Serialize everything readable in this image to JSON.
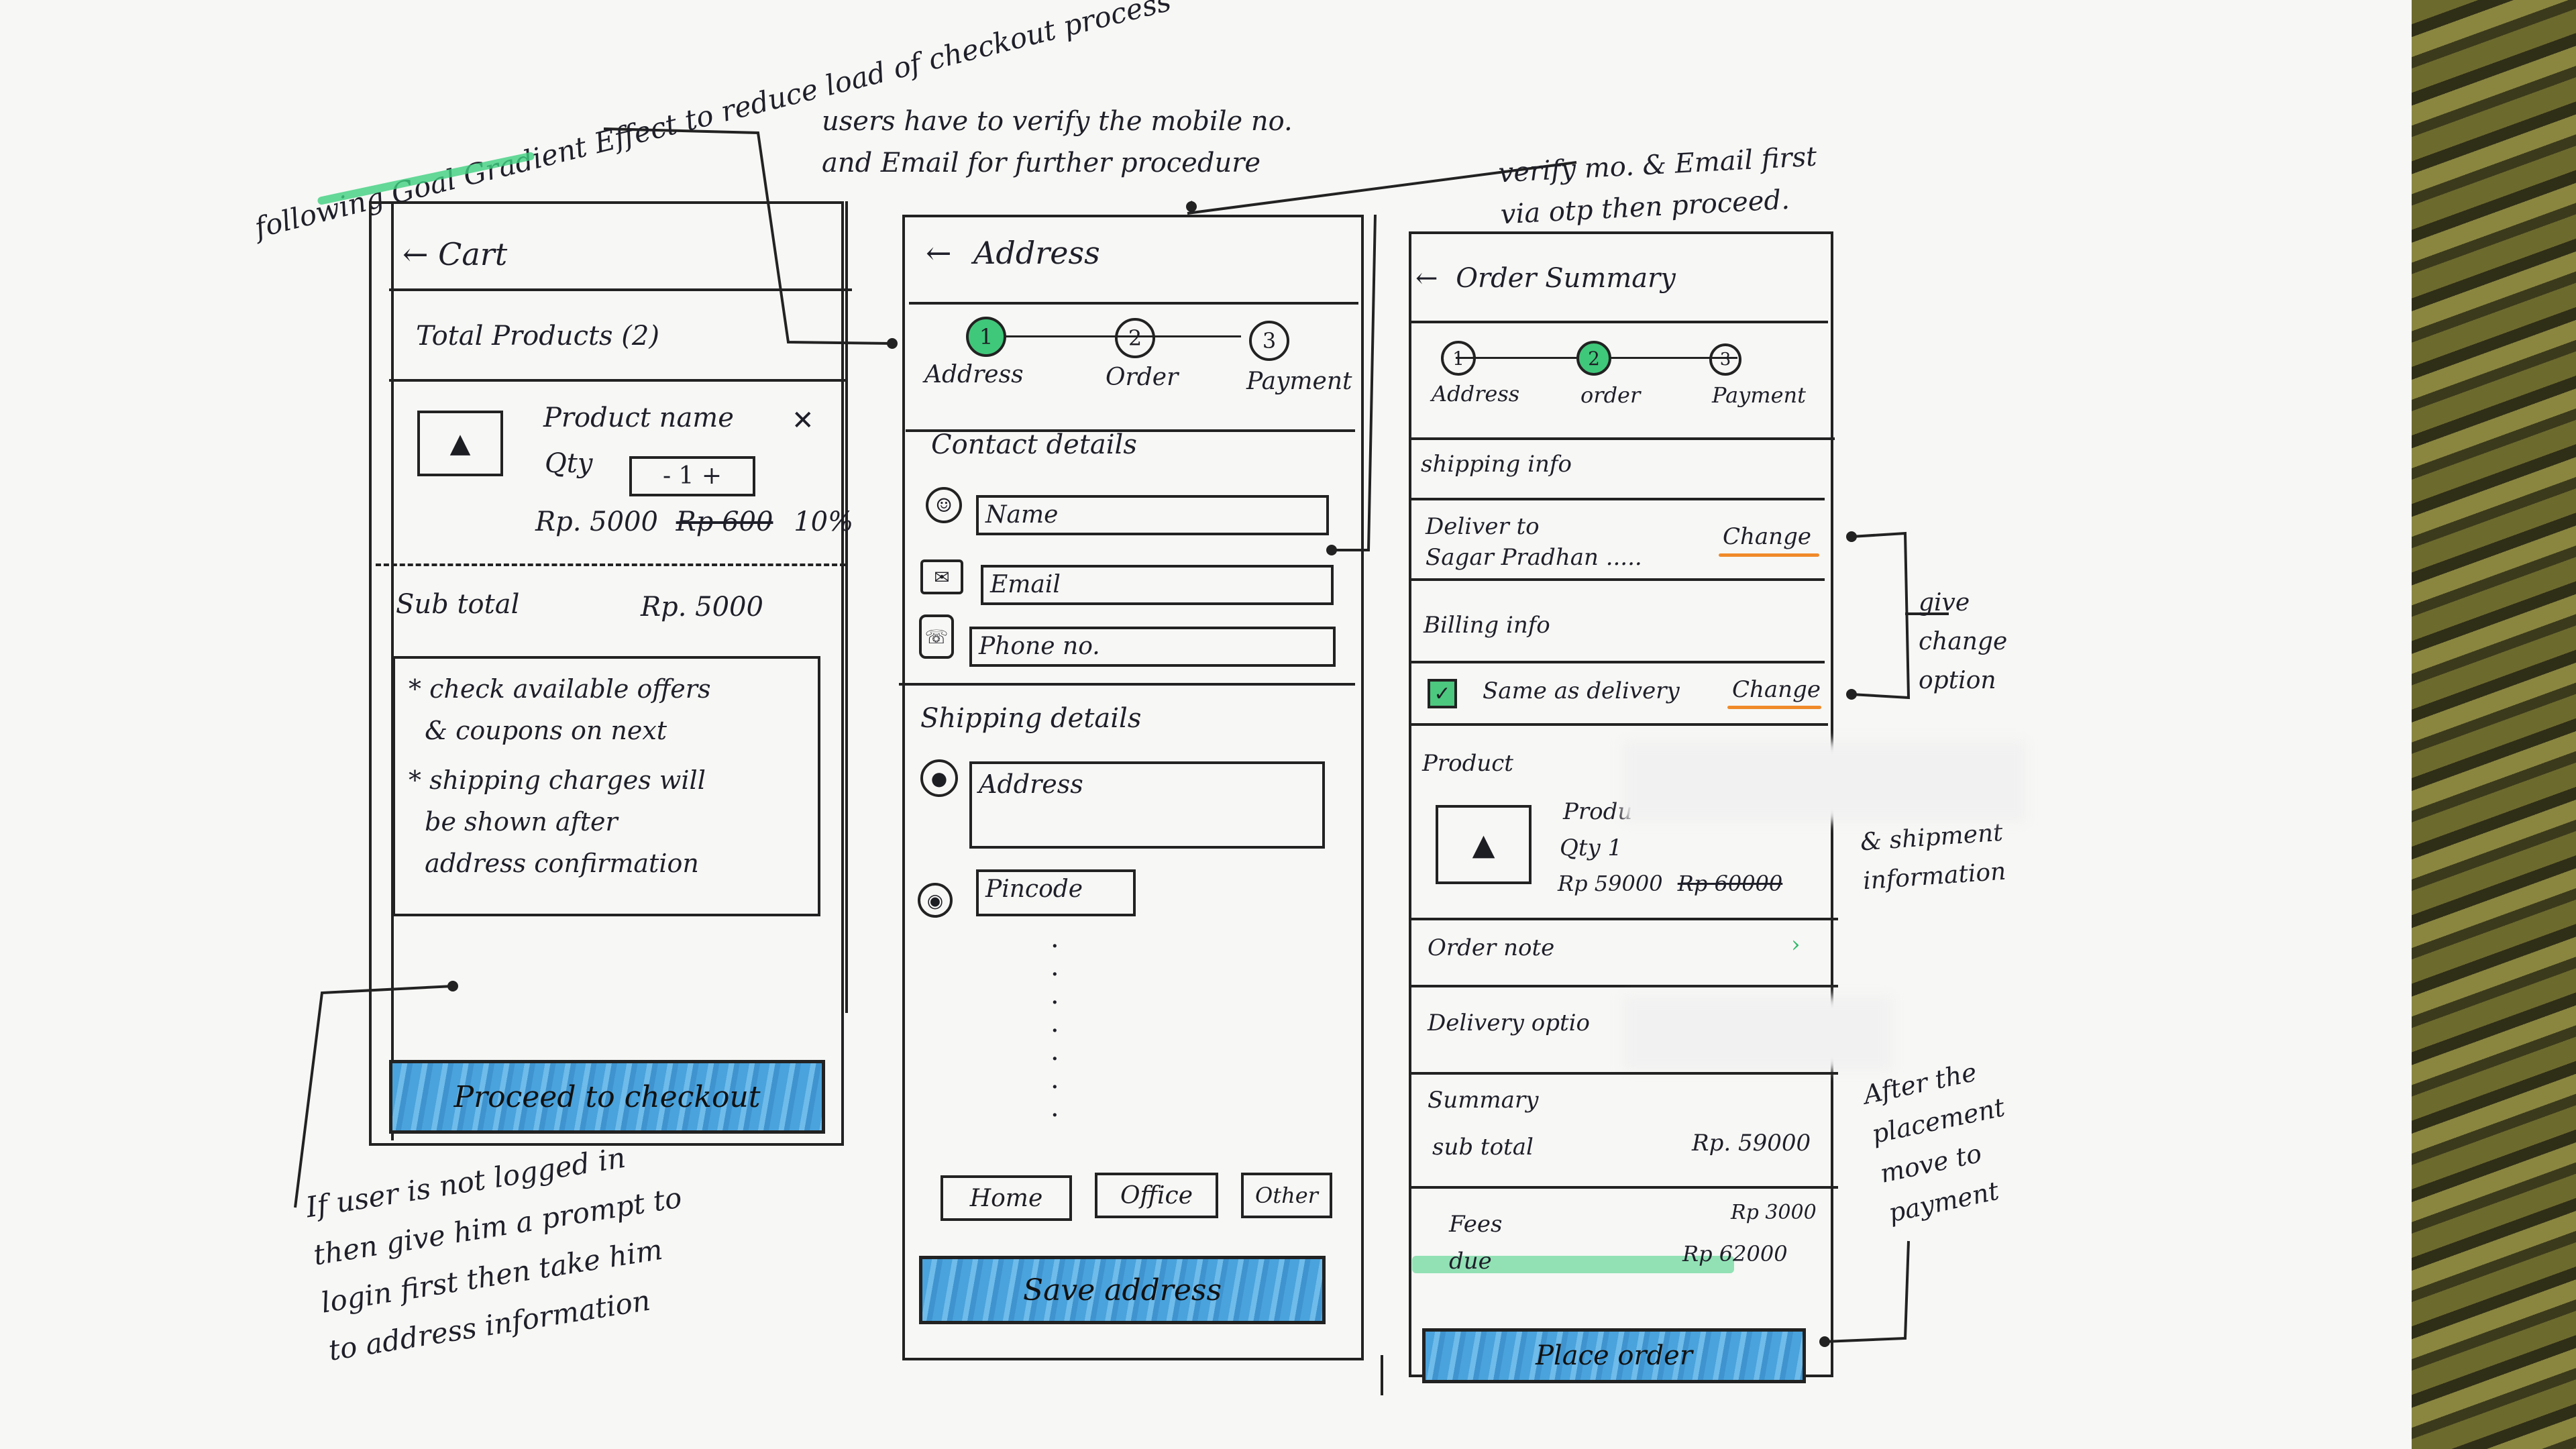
{
  "annotations": {
    "goal": "following Goal Gradient Effect to reduce load of checkout process",
    "verify_top": "users have to verify the mobile no.\nand Email for further procedure",
    "verify_right": "verify mo. & Email first\nvia otp then proceed.",
    "change_option": "give\nchange\noption",
    "shipment_info": "& shipment\ninformation",
    "placement_note": "After the\nplacement\nmove to\npayment",
    "login_note": "If user is not logged in\nthen give him a prompt to\nlogin first then take him\nto address information"
  },
  "cart": {
    "back_icon": "back-arrow-icon",
    "title": "Cart",
    "total_products": "Total Products (2)",
    "product_name": "Product name",
    "qty_label": "Qty",
    "qty_value": "- 1 +",
    "price": "Rp. 5000",
    "price_old": "Rp 600",
    "discount": "10%",
    "subtotal_label": "Sub total",
    "subtotal_value": "Rp. 5000",
    "info_1": "* check available offers\n  & coupons on next",
    "info_2": "* shipping charges will\n  be shown after\n  address confirmation",
    "cta": "Proceed to checkout"
  },
  "address": {
    "title": "Address",
    "steps": [
      {
        "num": "1",
        "label": "Address",
        "active": true
      },
      {
        "num": "2",
        "label": "Order",
        "active": false
      },
      {
        "num": "3",
        "label": "Payment",
        "active": false
      }
    ],
    "contact_title": "Contact details",
    "name_ph": "Name",
    "email_ph": "Email",
    "phone_ph": "Phone no.",
    "shipping_title": "Shipping details",
    "address_ph": "Address",
    "pincode_ph": "Pincode",
    "tag_home": "Home",
    "tag_office": "Office",
    "tag_other": "Other",
    "cta": "Save address"
  },
  "summary": {
    "title": "Order Summary",
    "steps": [
      {
        "num": "1",
        "label": "Address",
        "active": false
      },
      {
        "num": "2",
        "label": "order",
        "active": true
      },
      {
        "num": "3",
        "label": "Payment",
        "active": false
      }
    ],
    "shipping_title": "shipping info",
    "deliver_to": "Deliver to\nSagar Pradhan .....",
    "change_1": "Change",
    "billing_title": "Billing info",
    "same_as": "Same as delivery",
    "change_2": "Change",
    "product_title": "Product",
    "product_name": "Produ",
    "qty": "Qty 1",
    "price": "Rp 59000",
    "price_old": "Rp 60000",
    "order_note": "Order note",
    "delivery_option": "Delivery optio",
    "summary_title": "Summary",
    "subtotal_label": "sub total",
    "subtotal_value": "Rp. 59000",
    "fees_label": "Fees",
    "fees_value": "Rp 3000",
    "due_label": "due",
    "due_value": "Rp 62000",
    "cta": "Place order"
  }
}
